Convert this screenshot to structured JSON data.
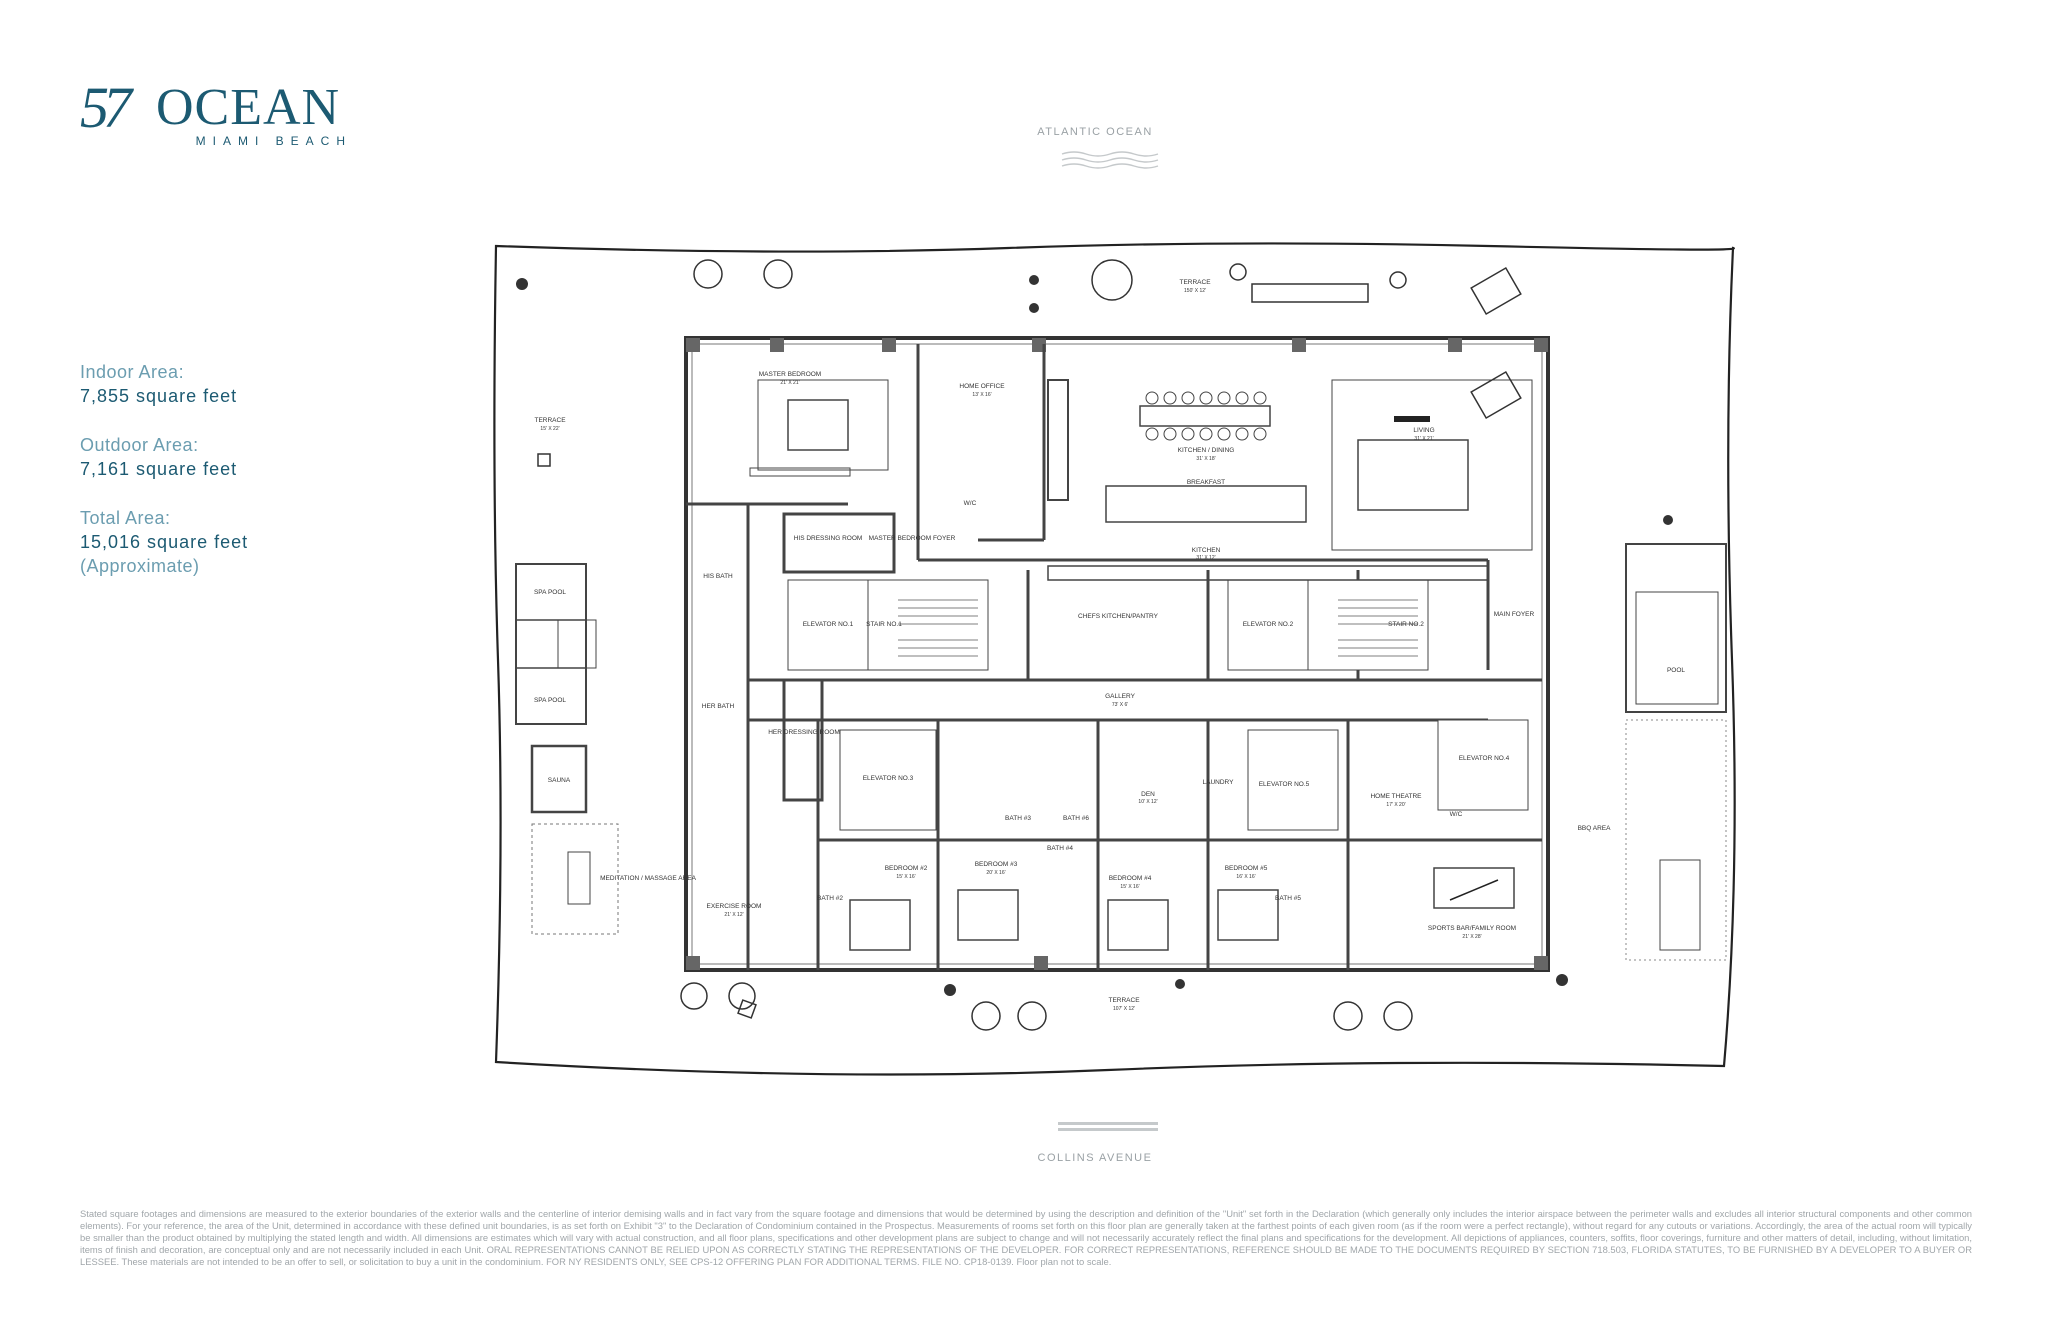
{
  "brand": {
    "number": "57",
    "name": "OCEAN",
    "location": "MIAMI BEACH"
  },
  "areas": [
    {
      "label": "Indoor Area:",
      "value": "7,855 square feet"
    },
    {
      "label": "Outdoor Area:",
      "value": "7,161 square feet"
    },
    {
      "label": "Total Area:",
      "value": "15,016 square feet",
      "note": "(Approximate)"
    }
  ],
  "orientation": {
    "top": "ATLANTIC OCEAN",
    "bottom": "COLLINS AVENUE"
  },
  "rooms": {
    "terrace_top": {
      "name": "TERRACE",
      "dim": "150' X 12'"
    },
    "terrace_left": {
      "name": "TERRACE",
      "dim": "15' X 22'"
    },
    "terrace_bottom": {
      "name": "TERRACE",
      "dim": "107' X 12'"
    },
    "master_bedroom": {
      "name": "MASTER BEDROOM",
      "dim": "21' X 21'"
    },
    "home_office": {
      "name": "HOME OFFICE",
      "dim": "13' X 16'"
    },
    "kitchen_dining": {
      "name": "KITCHEN / DINING",
      "dim": "31' X 18'"
    },
    "breakfast": {
      "name": "BREAKFAST"
    },
    "living": {
      "name": "LIVING",
      "dim": "31' X 21'"
    },
    "wc_top": {
      "name": "W/C"
    },
    "his_dressing": {
      "name": "HIS DRESSING ROOM"
    },
    "master_foyer": {
      "name": "MASTER BEDROOM FOYER"
    },
    "kitchen": {
      "name": "KITCHEN",
      "dim": "31' X 12'"
    },
    "his_bath": {
      "name": "HIS BATH"
    },
    "elevator_1": {
      "name": "ELEVATOR NO.1"
    },
    "stair_1": {
      "name": "STAIR NO.1"
    },
    "chefs_kitchen": {
      "name": "CHEFS KITCHEN/PANTRY"
    },
    "elevator_2": {
      "name": "ELEVATOR NO.2"
    },
    "stair_2": {
      "name": "STAIR NO.2"
    },
    "main_foyer": {
      "name": "MAIN FOYER"
    },
    "spa_pool_1": {
      "name": "SPA POOL"
    },
    "spa_pool_2": {
      "name": "SPA POOL"
    },
    "her_bath": {
      "name": "HER BATH"
    },
    "gallery": {
      "name": "GALLERY",
      "dim": "73' X 6'"
    },
    "pool": {
      "name": "POOL"
    },
    "sauna": {
      "name": "SAUNA"
    },
    "her_dressing": {
      "name": "HER DRESSING ROOM"
    },
    "elevator_3": {
      "name": "ELEVATOR NO.3"
    },
    "elevator_4": {
      "name": "ELEVATOR NO.4"
    },
    "elevator_5": {
      "name": "ELEVATOR NO.5"
    },
    "laundry": {
      "name": "LAUNDRY"
    },
    "den": {
      "name": "DEN",
      "dim": "10' X 12'"
    },
    "home_theatre": {
      "name": "HOME THEATRE",
      "dim": "17' X 20'"
    },
    "wc_bottom": {
      "name": "W/C"
    },
    "bbq_area": {
      "name": "BBQ AREA"
    },
    "meditation": {
      "name": "MEDITATION / MASSAGE AREA"
    },
    "exercise": {
      "name": "EXERCISE ROOM",
      "dim": "21' X 12'"
    },
    "bath_2": {
      "name": "BATH #2"
    },
    "bedroom_2": {
      "name": "BEDROOM #2",
      "dim": "15' X 16'"
    },
    "bath_3": {
      "name": "BATH #3"
    },
    "bath_4": {
      "name": "BATH #4"
    },
    "bath_5": {
      "name": "BATH #5"
    },
    "bath_6": {
      "name": "BATH #6"
    },
    "bedroom_3": {
      "name": "BEDROOM #3",
      "dim": "20' X 16'"
    },
    "bedroom_4": {
      "name": "BEDROOM #4",
      "dim": "15' X 16'"
    },
    "bedroom_5": {
      "name": "BEDROOM #5",
      "dim": "16' X 16'"
    },
    "sports_bar": {
      "name": "SPORTS BAR/FAMILY ROOM",
      "dim": "21' X 28'"
    }
  },
  "disclaimer": "Stated square footages and dimensions are measured to the exterior boundaries of the exterior walls and the centerline of interior demising walls and in fact vary from the square footage and dimensions that would be determined by using the description and definition of the \"Unit\" set forth in the Declaration (which generally only includes the interior airspace between the perimeter walls and excludes all interior structural components and other common elements). For your reference, the area of the Unit, determined in accordance with these defined unit boundaries, is as set forth on Exhibit \"3\" to the Declaration of Condominium contained in the Prospectus. Measurements of rooms set forth on this floor plan are generally taken at the farthest points of each given room (as if the room were a perfect rectangle), without regard for any cutouts or variations. Accordingly, the area of the actual room will typically be smaller than the product obtained by multiplying the stated length and width. All dimensions are estimates which will vary with actual construction, and all floor plans, specifications and other development plans are subject to change and will not necessarily accurately reflect the final plans and specifications for the development. All depictions of appliances, counters, soffits, floor coverings, furniture and other matters of detail, including, without limitation, items of finish and decoration, are conceptual only and are not necessarily included in each Unit. ORAL REPRESENTATIONS CANNOT BE RELIED UPON AS CORRECTLY STATING THE REPRESENTATIONS OF THE DEVELOPER. FOR CORRECT REPRESENTATIONS, REFERENCE SHOULD BE MADE TO THE DOCUMENTS REQUIRED BY SECTION 718.503, FLORIDA STATUTES, TO BE FURNISHED BY A DEVELOPER TO A BUYER OR LESSEE. These materials are not intended to be an offer to sell, or solicitation to buy a unit in the condominium. FOR NY RESIDENTS ONLY, SEE CPS-12 OFFERING PLAN FOR ADDITIONAL TERMS. FILE NO. CP18-0139. Floor plan not to scale."
}
